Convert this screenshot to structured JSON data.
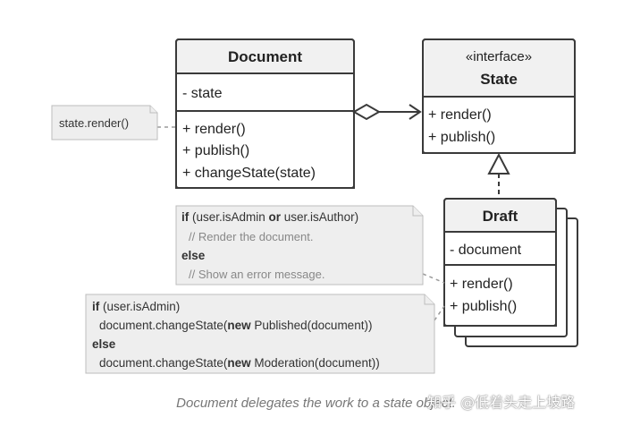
{
  "document_class": {
    "name": "Document",
    "fields": [
      "- state"
    ],
    "methods": [
      "+ render()",
      "+ publish()",
      "+ changeState(state)"
    ]
  },
  "state_interface": {
    "stereotype": "«interface»",
    "name": "State",
    "methods": [
      "+ render()",
      "+ publish()"
    ]
  },
  "draft_class": {
    "name": "Draft",
    "fields": [
      "- document"
    ],
    "methods": [
      "+ render()",
      "+ publish()"
    ]
  },
  "note_render_call": "state.render()",
  "note_draft_render": {
    "line1_kw": "if",
    "line1_a": " (user.isAdmin ",
    "line1_kw2": "or",
    "line1_b": " user.isAuthor)",
    "line2": "// Render the document.",
    "line3_kw": "else",
    "line4": "// Show an error message."
  },
  "note_draft_publish": {
    "line1_kw": "if",
    "line1_a": " (user.isAdmin)",
    "line2_a": "document.changeState(",
    "line2_kw": "new",
    "line2_b": " Published(document))",
    "line3_kw": "else",
    "line4_a": "document.changeState(",
    "line4_kw": "new",
    "line4_b": " Moderation(document))"
  },
  "caption": "Document delegates the work to a state object.",
  "watermark": "知乎 @低着头走上坡路"
}
